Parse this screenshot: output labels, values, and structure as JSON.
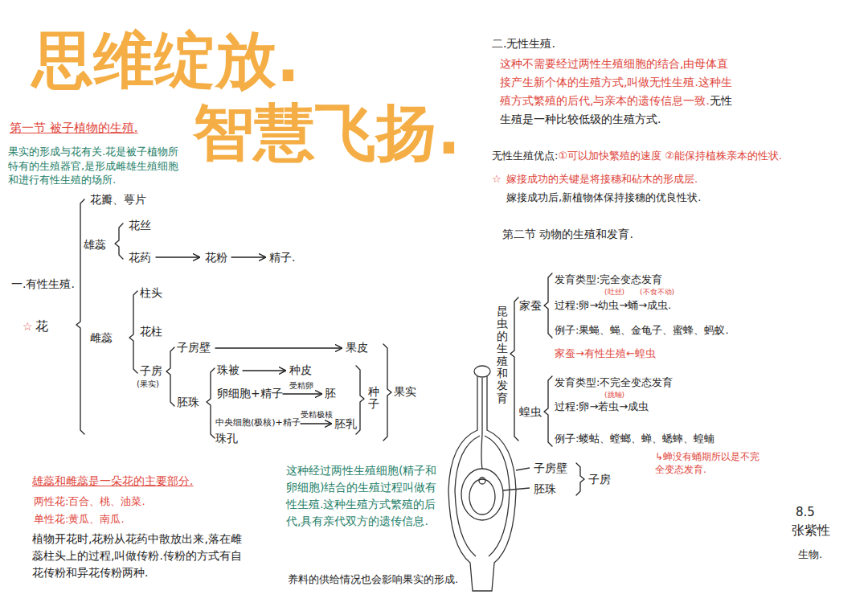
{
  "diagram": {
    "title": "思维绽放. 智慧飞扬.",
    "labels": [
      "第一节 被子植物的生殖.",
      "果实的形成与花有关.花是被子植物所特有的生殖器官,是形成雌雄生殖细胞和进行有性生殖的场所.",
      "一.有性生殖.",
      "☆",
      "花",
      "花瓣、萼片",
      "雄蕊",
      "花丝",
      "花药",
      "花粉",
      "精子.",
      "雌蕊",
      "柱头",
      "花柱",
      "子房",
      "(果实)",
      "子房壁",
      "果皮",
      "胚珠",
      "珠被",
      "种皮",
      "卵细胞+精子",
      "受精卵",
      "胚",
      "中央细胞(极核)+精子",
      "受精极核",
      "胚乳",
      "珠孔",
      "种子",
      "果实",
      "雄蕊和雌蕊是一朵花的主要部分.",
      "两性花:百合、桃、油菜.",
      "单性花:黄瓜、南瓜.",
      "植物开花时,花粉从花药中散放出来,落在雌蕊柱头上的过程,叫做传粉.传粉的方式有自花传粉和异花传粉两种.",
      "这种经过两性生殖细胞(精子和卵细胞)结合的生殖过程叫做有性生殖.这种生殖方式繁殖的后代,具有亲代双方的遗传信息.",
      "养料的供给情况也会影响果实的形成.",
      "子房壁",
      "胚珠",
      "子房",
      "二.无性生殖.",
      "这种不需要经过两性生殖细胞的结合,由母体直接产生新个体的生殖方式,叫做无性生殖.这种生殖方式繁殖的后代,与亲本的遗传信息一致.",
      "无性生殖是一种比较低级的生殖方式.",
      "无性生殖优点:",
      "①可以加快繁殖的速度 ②能保持植株亲本的性状.",
      "☆",
      "嫁接成功的关键是将接穗和砧木的形成层.",
      "嫁接成功后,新植物体保持接穗的优良性状.",
      "第二节 动物的生殖和发育.",
      "昆虫的生殖和发育",
      "家蚕",
      "发育类型:完全变态发育",
      "(吐丝)",
      "(不食不动)",
      "过程:卵→幼虫→蛹→成虫.",
      "例子:果蝇、蝇、金龟子、蜜蜂、蚂蚁.",
      "家蚕→有性生殖←蝗虫",
      "蝗虫",
      "发育类型:不完全变态发育",
      "(跳蝻)",
      "过程:卵→若虫→成虫",
      "例子:蝼蛄、螳螂、蝉、蟋蟀、蝗蝻",
      "↳蝉没有蛹期所以是不完全变态发育.",
      "8.5",
      "张紫性",
      "生物."
    ]
  }
}
